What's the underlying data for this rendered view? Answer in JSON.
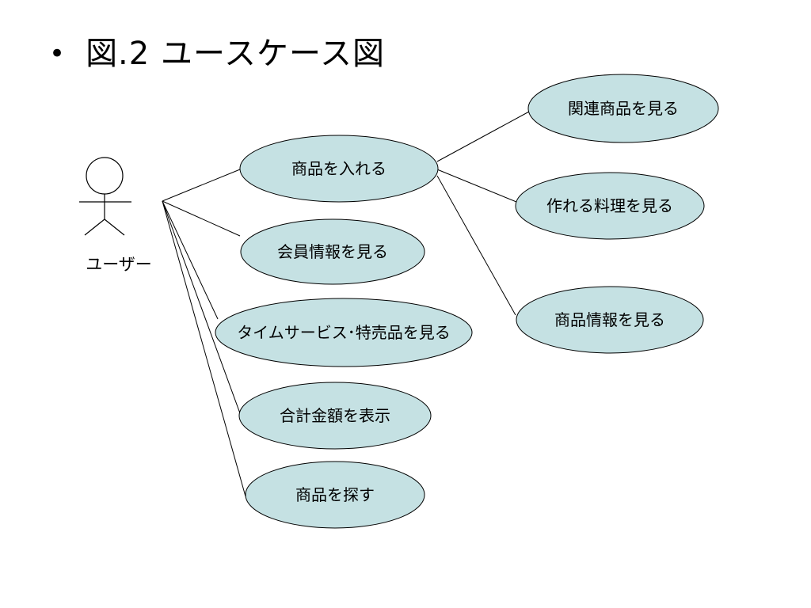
{
  "slide": {
    "bullet": "•",
    "title": "図.2  ユースケース図"
  },
  "actor": {
    "label": "ユーザー"
  },
  "use_cases": {
    "put_item": "商品を入れる",
    "member_info": "会員情報を見る",
    "timesale": "タイムサービス･特売品を見る",
    "total_amount": "合計金額を表示",
    "search_item": "商品を探す",
    "related_items": "関連商品を見る",
    "recipes": "作れる料理を見る",
    "item_info": "商品情報を見る"
  },
  "colors": {
    "ellipse_fill": "#c5e1e3",
    "stroke": "#000000",
    "background": "#ffffff"
  }
}
